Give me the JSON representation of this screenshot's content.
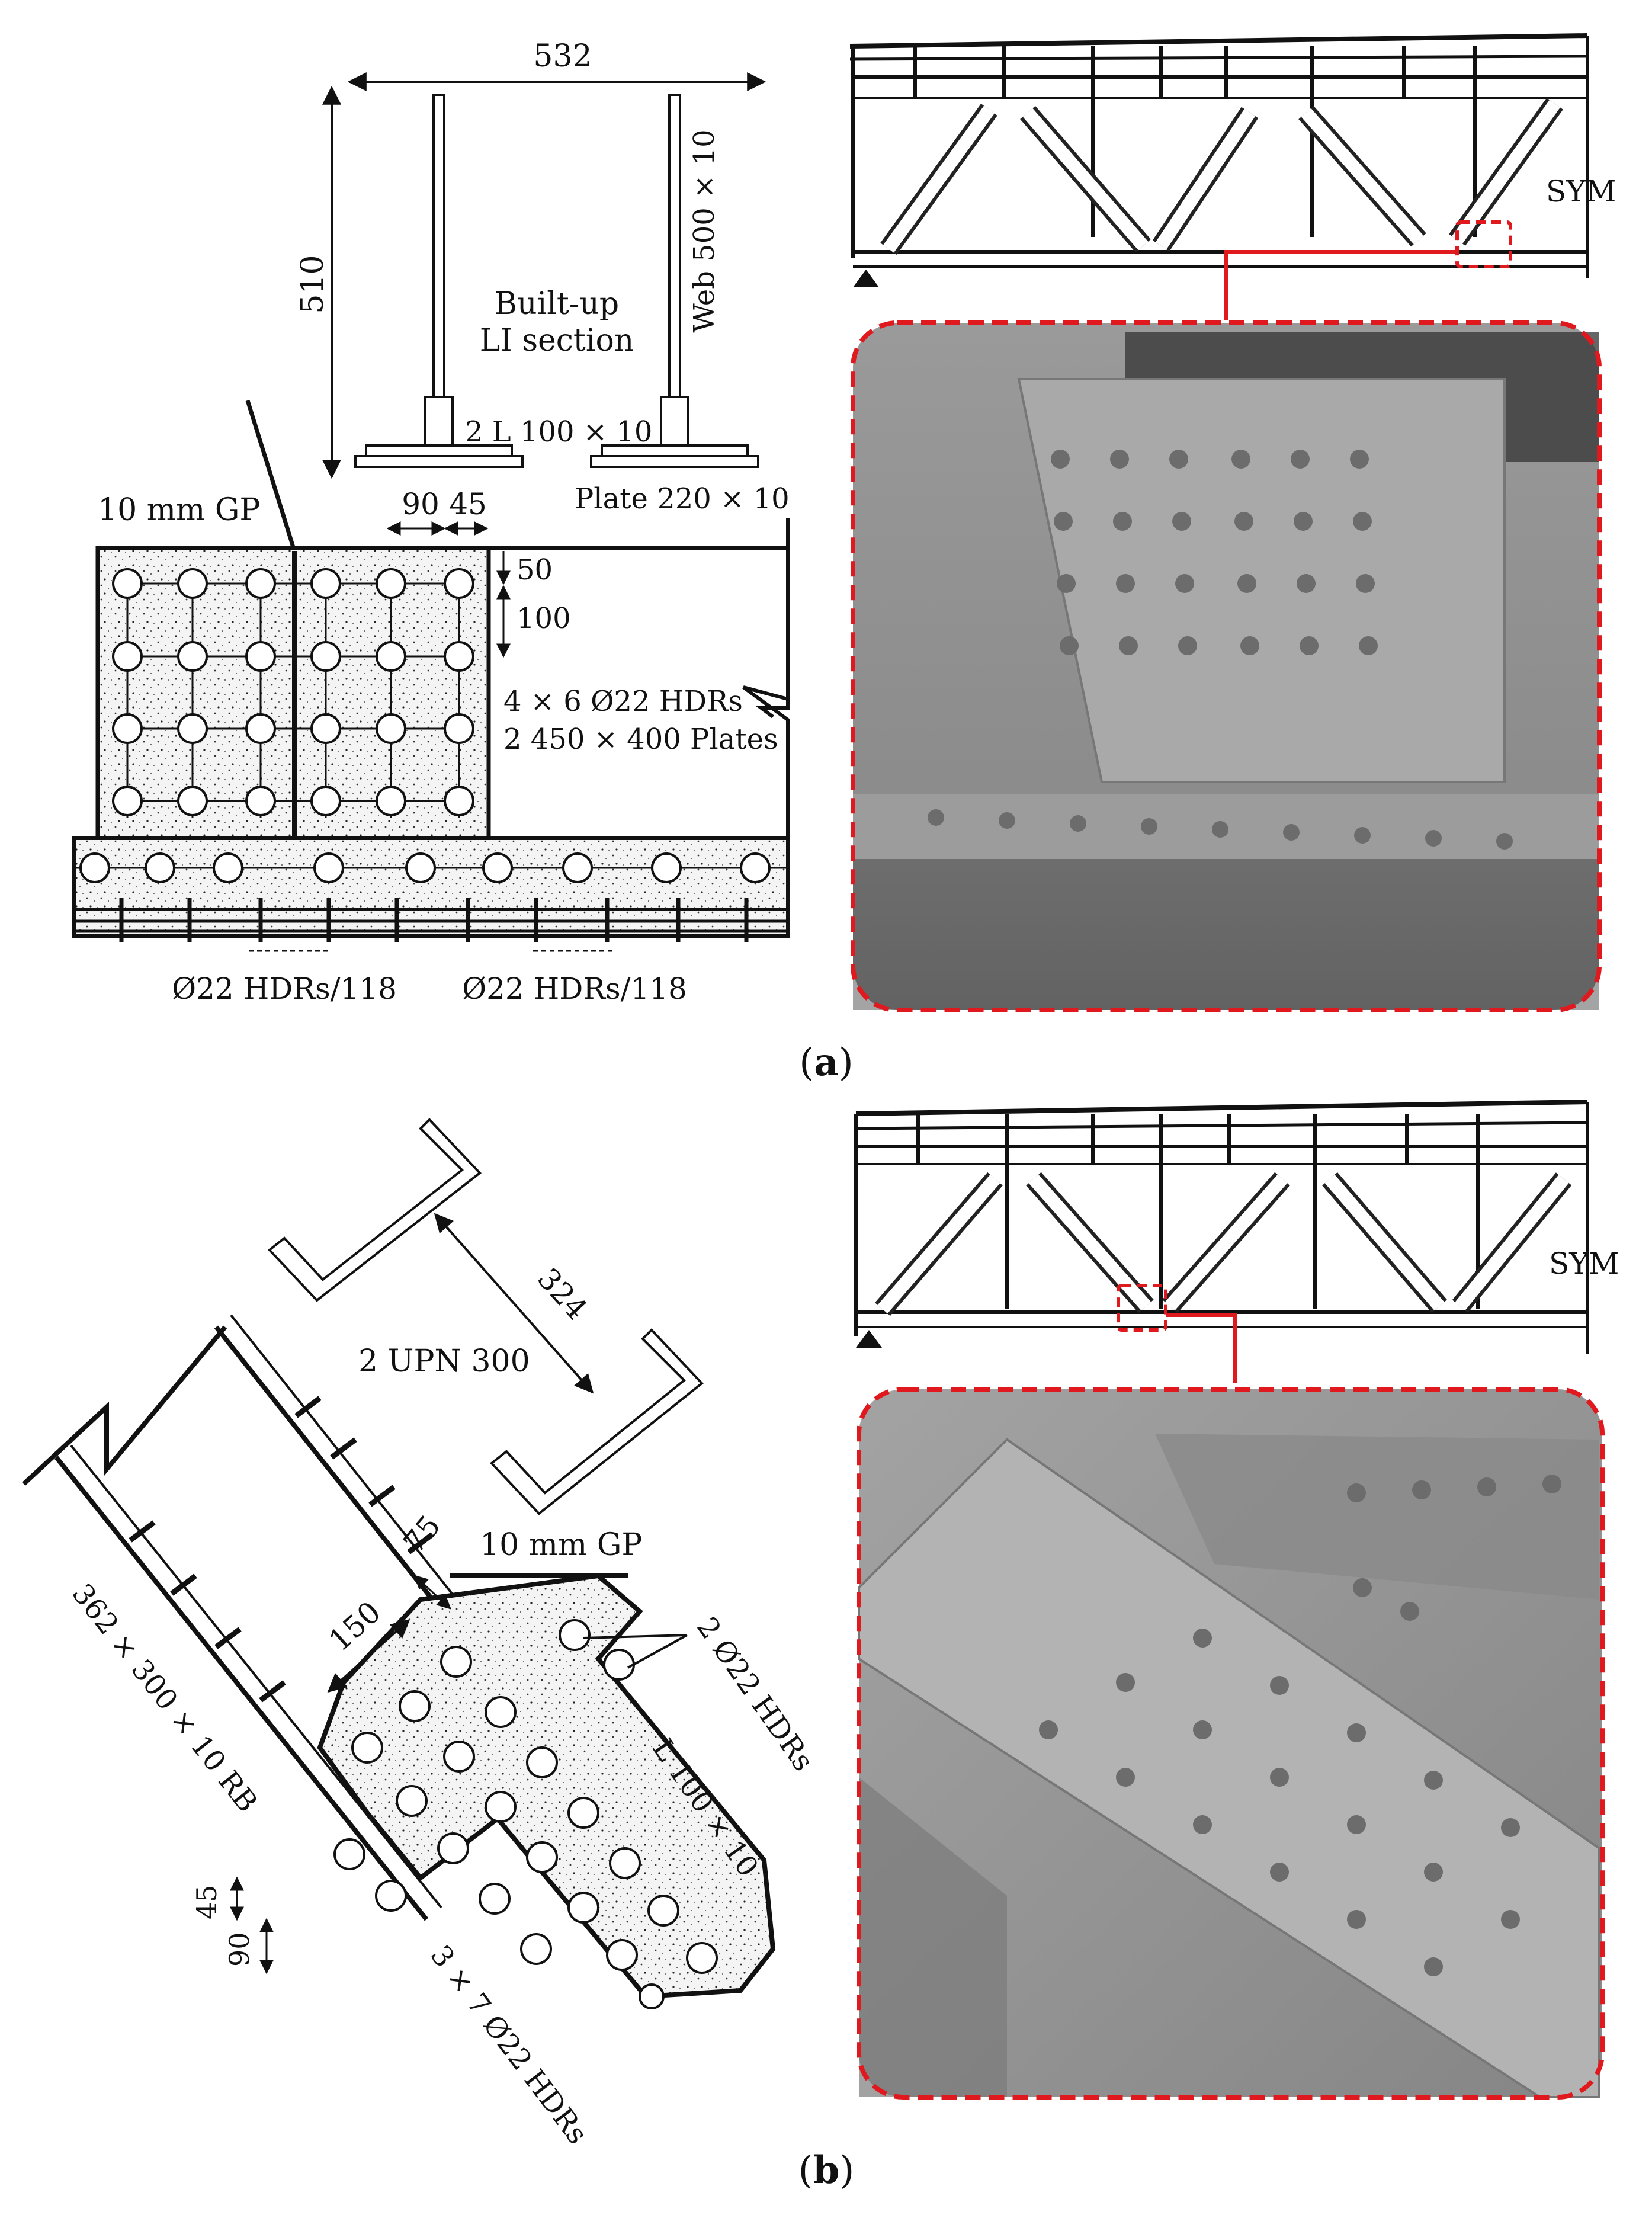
{
  "panel_a": {
    "dim_width": "532",
    "dim_height": "510",
    "section_title_line1": "Built-up",
    "section_title_line2": "LI section",
    "web_label": "Web 500 × 10",
    "angles_label": "2 L 100 × 10",
    "plate_label": "Plate 220 × 10",
    "dim_90": "90",
    "dim_45": "45",
    "gusset_label": "10 mm GP",
    "dim_50": "50",
    "dim_100": "100",
    "bolts_label": "4 × 6 Ø22 HDRs",
    "plates_label": "2 450 × 400 Plates",
    "hdr_spacing_1": "Ø22 HDRs/118",
    "hdr_spacing_2": "Ø22 HDRs/118",
    "sym_label": "SYM",
    "caption_open": "(",
    "caption_letter": "a",
    "caption_close": ")"
  },
  "panel_b": {
    "channel_label": "2 UPN 300",
    "dim_324": "324",
    "gusset_label": "10 mm GP",
    "dim_75": "75",
    "dim_150": "150",
    "rb_label": "362 × 300 × 10 RB",
    "hdr_pair_label": "2 Ø22 HDRs",
    "angle_label": "L 100 × 10",
    "dim_45": "45",
    "dim_90": "90",
    "bolts_label": "3 × 7 Ø22 HDRs",
    "sym_label": "SYM",
    "caption_open": "(",
    "caption_letter": "b",
    "caption_close": ")"
  },
  "colors": {
    "highlight": "#e0191f",
    "photo_gray": "#8c8c8c",
    "ink": "#111111"
  }
}
